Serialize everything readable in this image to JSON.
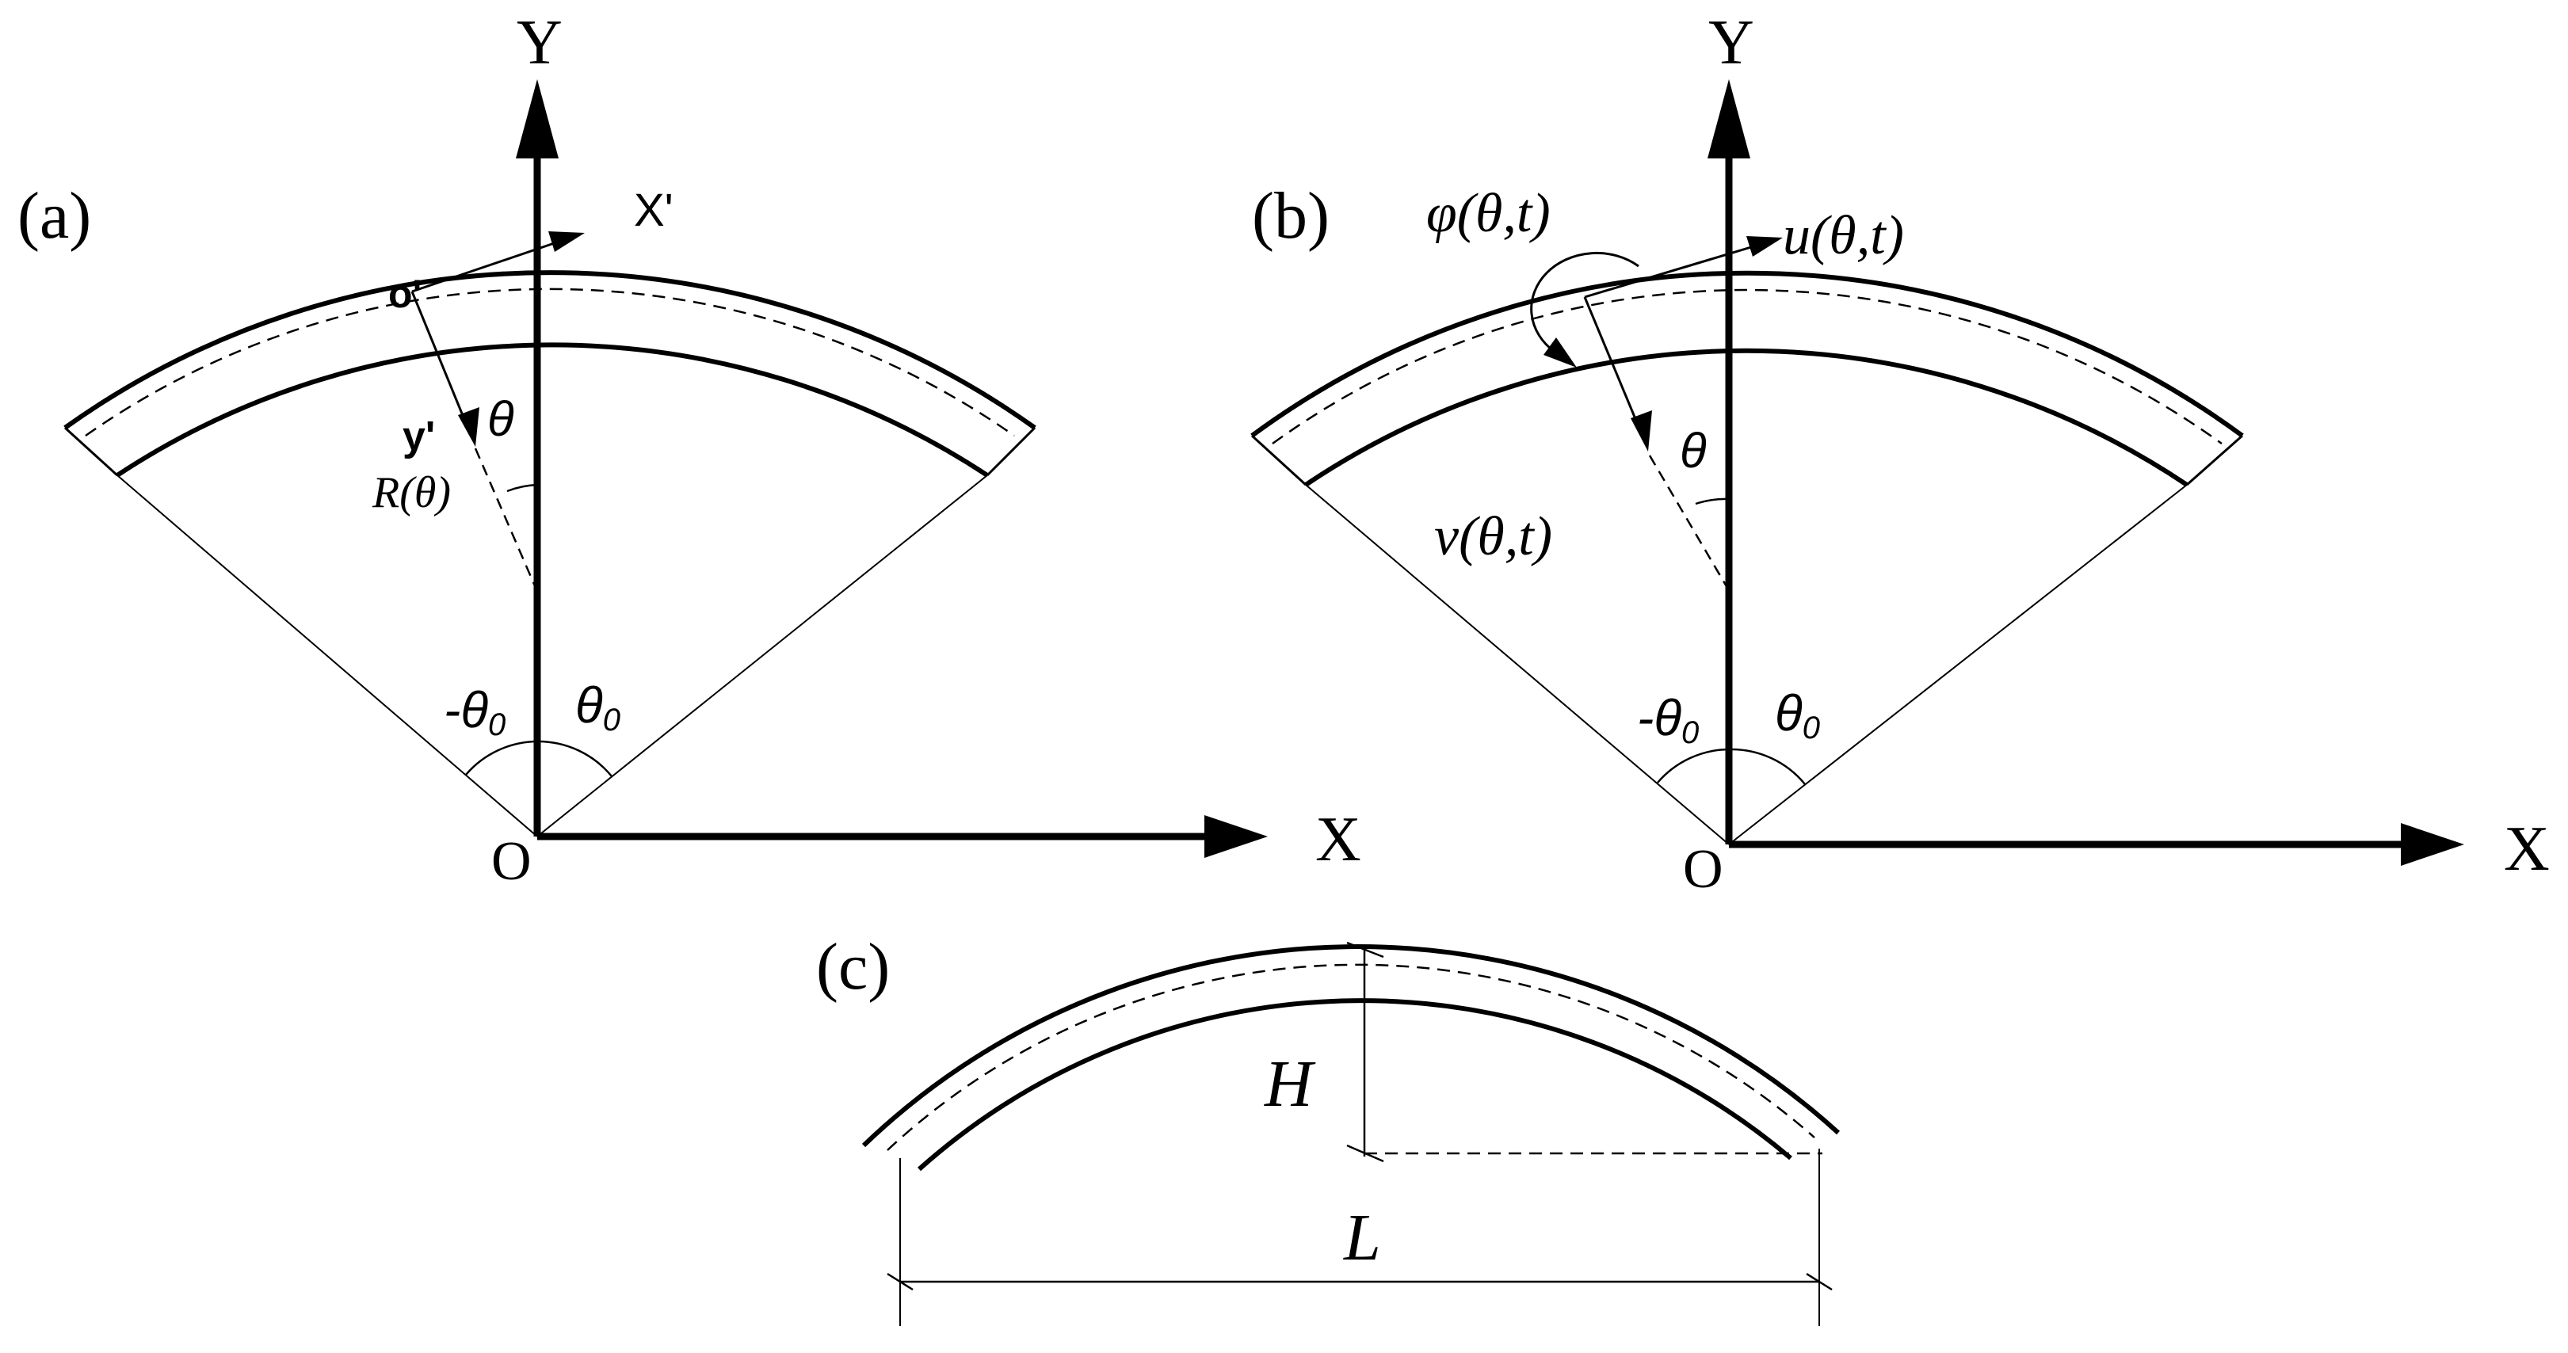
{
  "panels": {
    "a": {
      "label": "(a)",
      "axis_y": "Y",
      "axis_x": "X",
      "origin": "O",
      "local_x": "X'",
      "local_y": "y'",
      "local_origin": "o'",
      "theta": "θ",
      "radius": "R(θ)",
      "neg_theta0": "-θ",
      "neg_theta0_sub": "0",
      "theta0": "θ",
      "theta0_sub": "0"
    },
    "b": {
      "label": "(b)",
      "axis_y": "Y",
      "axis_x": "X",
      "origin": "O",
      "rotation": "φ(θ,t)",
      "tangential": "u(θ,t)",
      "radial": "v(θ,t)",
      "theta": "θ",
      "neg_theta0": "-θ",
      "neg_theta0_sub": "0",
      "theta0": "θ",
      "theta0_sub": "0"
    },
    "c": {
      "label": "(c)",
      "rise": "H",
      "span": "L"
    }
  },
  "colors": {
    "ink": "#000000",
    "background": "#ffffff"
  }
}
